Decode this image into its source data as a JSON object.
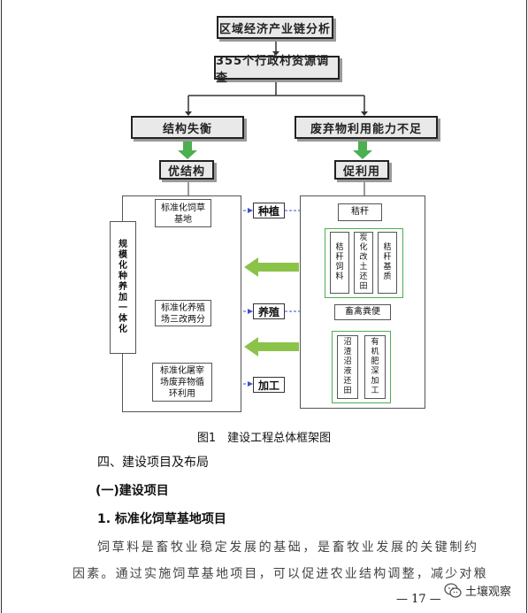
{
  "diagram": {
    "top_box": "区域经济产业链分析",
    "second_box": "355个行政村资源调查",
    "left_branch": "结构失衡",
    "right_branch": "废弃物利用能力不足",
    "left_sub": "优结构",
    "right_sub": "促利用",
    "vertical_label": "规模化种养加一体化",
    "left_items": [
      "标准化饲草\n基地",
      "标准化养殖\n场三改两分",
      "标准化屠宰\n场废弃物循\n环利用"
    ],
    "center_labels": [
      "种植",
      "养殖",
      "加工"
    ],
    "right_top": "秸秆",
    "right_small": [
      "秸\n秆\n饲\n料",
      "炭\n化\n改\n土\n还\n田",
      "秸\n秆\n基\n质"
    ],
    "right_mid": "畜禽粪便",
    "right_bottom": [
      "沼\n渣\n沼\n液\n还\n田",
      "有\n机\n肥\n深\n加\n工"
    ]
  },
  "caption": "图1　建设工程总体框架图",
  "section_heading": "四、建设项目及布局",
  "subsection_heading": "(一)建设项目",
  "item_heading": "1. 标准化饲草基地项目",
  "paragraph_line1": "饲草料是畜牧业稳定发展的基础，是畜牧业发展的关键制约",
  "paragraph_line2": "因素。通过实施饲草基地项目，可以促进农业结构调整，减少对粮",
  "page_number": "— 17 —",
  "watermark": "土壤观察",
  "colors": {
    "green_arrow": "#4caf50",
    "light_green_arrow": "#8bc34a",
    "blue_dashed": "#3a4fd0"
  }
}
